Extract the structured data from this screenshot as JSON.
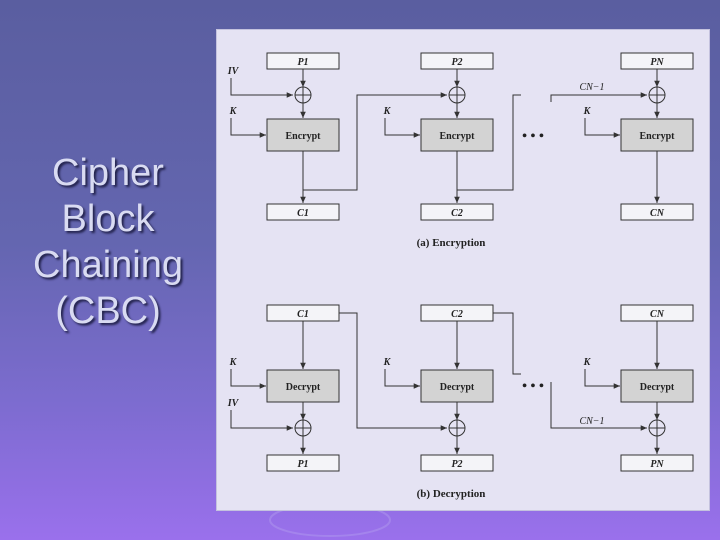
{
  "slide_title_lines": [
    "Cipher",
    "Block",
    "Chaining",
    "(CBC)"
  ],
  "encryption": {
    "caption": "(a) Encryption",
    "plaintexts": [
      "P1",
      "P2",
      "PN"
    ],
    "ciphertexts": [
      "C1",
      "C2",
      "CN"
    ],
    "block_label": "Encrypt",
    "iv_label": "IV",
    "key_label": "K",
    "feedback_label": "CN−1",
    "ellipsis": "• • •"
  },
  "decryption": {
    "caption": "(b) Decryption",
    "ciphertexts": [
      "C1",
      "C2",
      "CN"
    ],
    "plaintexts": [
      "P1",
      "P2",
      "PN"
    ],
    "block_label": "Decrypt",
    "iv_label": "IV",
    "key_label": "K",
    "feedback_label": "CN−1",
    "ellipsis": "• • •"
  },
  "colors": {
    "panel_bg": "#e5e3f3",
    "box_fill": "#d3d3d3",
    "title_text": "#d9dbf2"
  }
}
